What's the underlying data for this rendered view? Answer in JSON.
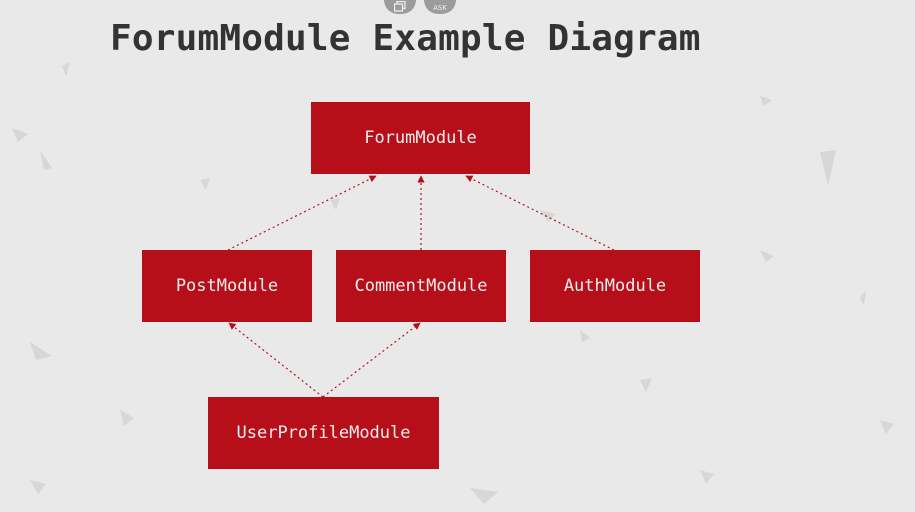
{
  "diagram": {
    "title": "ForumModule Example Diagram",
    "nodes": {
      "forum": "ForumModule",
      "post": "PostModule",
      "comment": "CommentModule",
      "auth": "AuthModule",
      "user_profile": "UserProfileModule"
    },
    "edges": [
      {
        "from": "PostModule",
        "to": "ForumModule",
        "style": "dotted-arrow"
      },
      {
        "from": "CommentModule",
        "to": "ForumModule",
        "style": "dotted-arrow"
      },
      {
        "from": "AuthModule",
        "to": "ForumModule",
        "style": "dotted-arrow"
      },
      {
        "from": "UserProfileModule",
        "to": "PostModule",
        "style": "dotted-arrow"
      },
      {
        "from": "UserProfileModule",
        "to": "CommentModule",
        "style": "dotted-arrow"
      }
    ]
  },
  "controls": {
    "buttons": [
      {
        "icon": "copy-icon"
      },
      {
        "label": "ASK"
      }
    ]
  },
  "colors": {
    "background": "#e9e9e9",
    "node_fill": "#b70f1a",
    "node_text": "#f4eeee",
    "connector": "#b70f1a",
    "title_text": "#333333"
  }
}
